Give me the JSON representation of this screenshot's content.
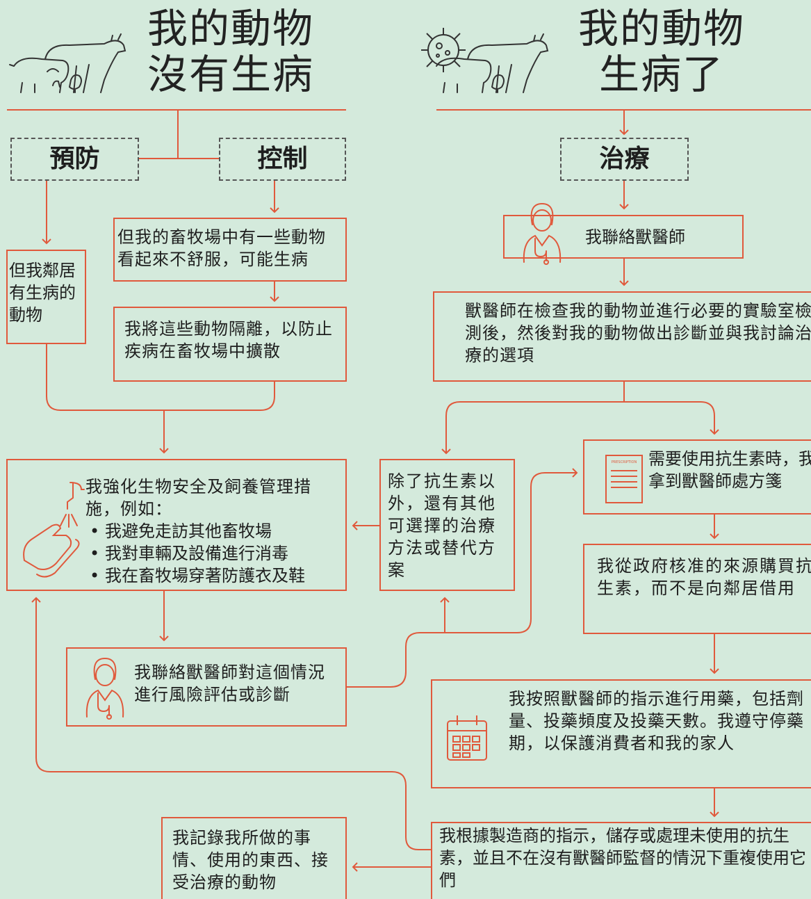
{
  "left_title": {
    "line1": "我的動物",
    "line2": "沒有生病"
  },
  "right_title": {
    "line1": "我的動物",
    "line2": "生病了"
  },
  "labels": {
    "prevent": "預防",
    "control": "控制",
    "treat": "治療"
  },
  "boxes": {
    "neighbour": "但我鄰居有生病的動物",
    "sick_animals": "但我的畜牧場中有一些動物看起來不舒服，可能生病",
    "isolate": "我將這些動物隔離，以防止疾病在畜牧場中擴散",
    "biosecurity": {
      "intro": "我強化生物安全及飼養管理措施，例如：",
      "items": [
        "我避免走訪其他畜牧場",
        "我對車輛及設備進行消毒",
        "我在畜牧場穿著防護衣及鞋"
      ]
    },
    "risk_vet": "我聯絡獸醫師對這個情況進行風險評估或診斷",
    "record": "我記錄我所做的事情、使用的東西、接受治療的動物",
    "contact_vet": "我聯絡獸醫師",
    "diagnosis": "獸醫師在檢查我的動物並進行必要的實驗室檢測後，然後對我的動物做出診斷並與我討論治療的選項",
    "alternatives": "除了抗生素以外，還有其他可選擇的治療方法或替代方案",
    "prescription": "需要使用抗生素時，我拿到獸醫師處方箋",
    "prescription_icon_text": "PRESCRIPTION",
    "buy": "我從政府核准的來源購買抗生素，而不是向鄰居借用",
    "follow": "我按照獸醫師的指示進行用藥，包括劑量、投藥頻度及投藥天數。我遵守停藥期，以保護消費者和我的家人",
    "storage": "我根據製造商的指示，儲存或處理未使用的抗生素，並且不在沒有獸醫師監督的情況下重複使用它們"
  },
  "colors": {
    "accent": "#e0593c",
    "background": "#d4eadc",
    "text": "#1e1e1e"
  },
  "icons": [
    "farm-animals-icon",
    "virus-icon",
    "veterinarian-icon",
    "hand-wash-icon",
    "prescription-icon",
    "calendar-icon"
  ]
}
